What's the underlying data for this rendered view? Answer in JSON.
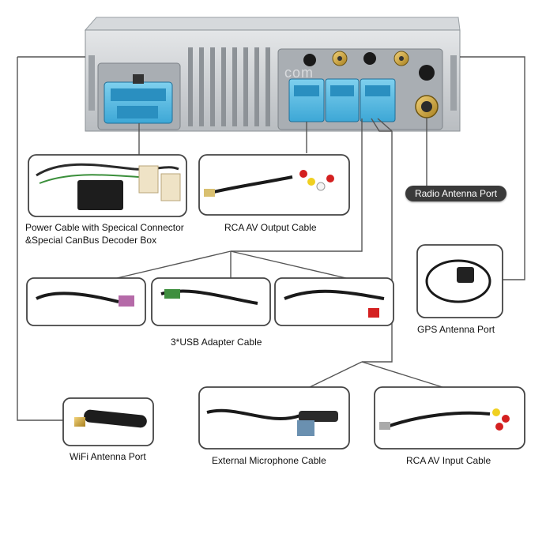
{
  "watermark": "com",
  "labels": {
    "power_cable_line1": "Power Cable with Specical Connector",
    "power_cable_line2": "&Special CanBus Decoder Box",
    "rca_av_output": "RCA AV Output Cable",
    "radio_antenna": "Radio Antenna Port",
    "usb_adapter": "3*USB Adapter Cable",
    "gps_antenna": "GPS Antenna Port",
    "wifi_antenna": "WiFi Antenna Port",
    "external_mic": "External Microphone Cable",
    "rca_av_input": "RCA AV Input Cable"
  }
}
